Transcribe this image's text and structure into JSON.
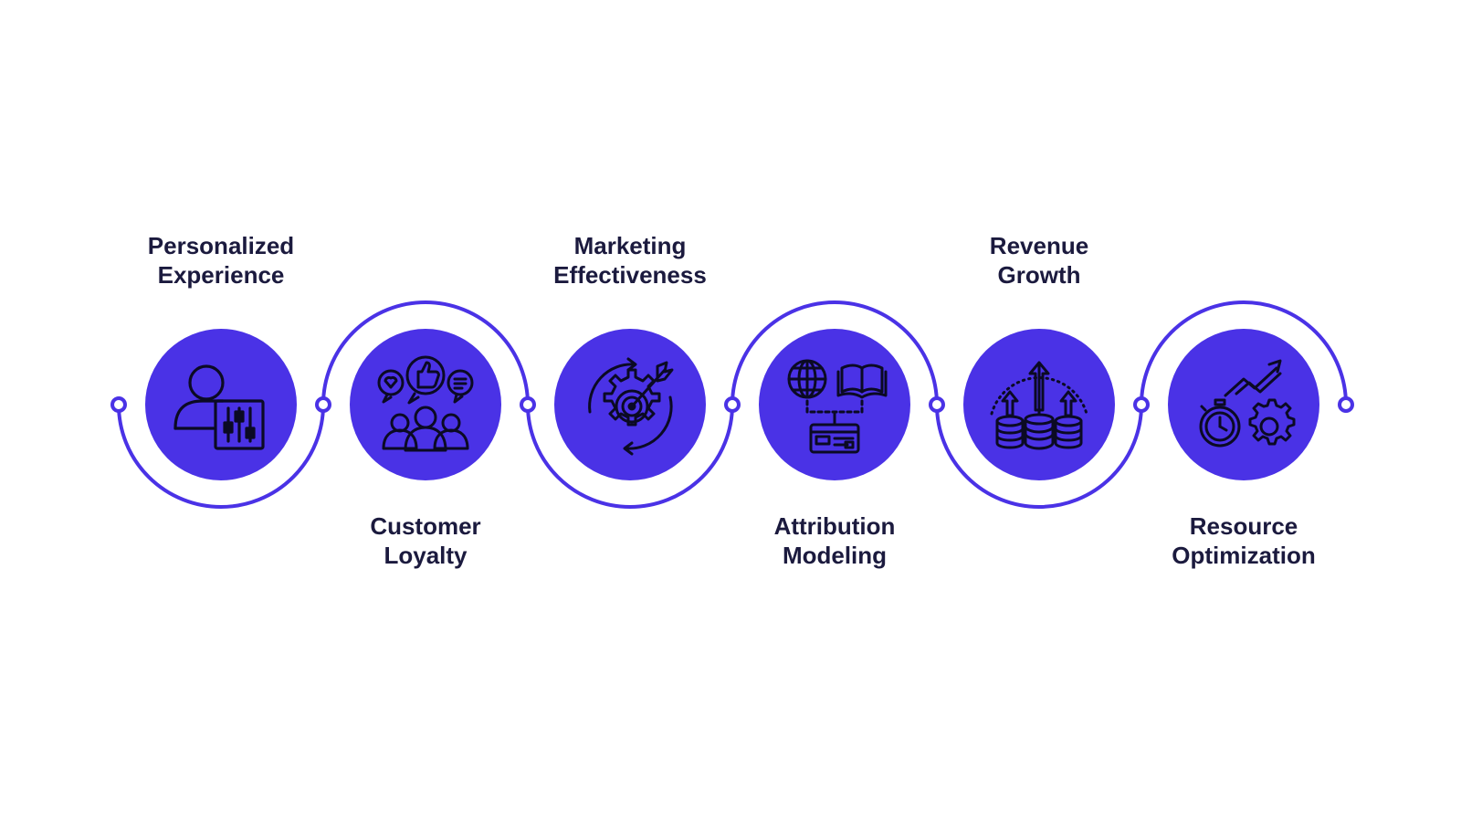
{
  "colors": {
    "background": "#ffffff",
    "accent": "#4a32e6",
    "icon_stroke": "#0b0a24",
    "label_text": "#1b1a3e"
  },
  "steps": [
    {
      "label_lines": [
        "Personalized",
        "Experience"
      ],
      "label_position": "top",
      "icon": "user-with-sliders-icon"
    },
    {
      "label_lines": [
        "Customer",
        "Loyalty"
      ],
      "label_position": "bottom",
      "icon": "community-feedback-icon"
    },
    {
      "label_lines": [
        "Marketing",
        "Effectiveness"
      ],
      "label_position": "top",
      "icon": "target-gear-icon"
    },
    {
      "label_lines": [
        "Attribution",
        "Modeling"
      ],
      "label_position": "bottom",
      "icon": "globe-book-card-network-icon"
    },
    {
      "label_lines": [
        "Revenue",
        "Growth"
      ],
      "label_position": "top",
      "icon": "coins-growth-arrows-icon"
    },
    {
      "label_lines": [
        "Resource",
        "Optimization"
      ],
      "label_position": "bottom",
      "icon": "stopwatch-gear-chart-icon"
    }
  ]
}
